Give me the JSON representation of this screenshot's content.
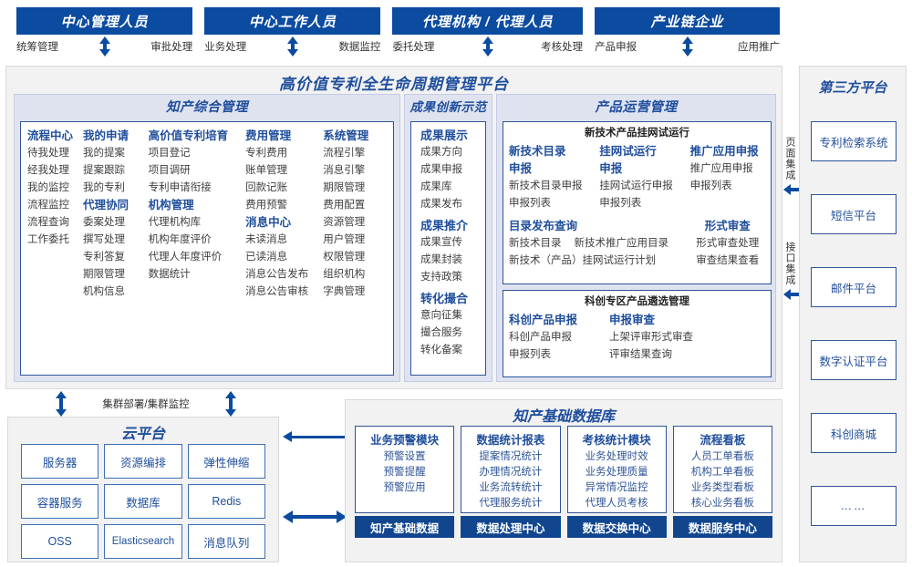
{
  "roles": [
    {
      "title": "中心管理人员",
      "left_action": "统筹管理",
      "right_action": "审批处理"
    },
    {
      "title": "中心工作人员",
      "left_action": "业务处理",
      "right_action": "数据监控"
    },
    {
      "title": "代理机构 / 代理人员",
      "left_action": "委托处理",
      "right_action": "考核处理"
    },
    {
      "title": "产业链企业",
      "left_action": "产品申报",
      "right_action": "应用推广"
    }
  ],
  "platform": {
    "title": "高价值专利全生命周期管理平台",
    "groups": {
      "ip_management": {
        "title": "知产综合管理",
        "columns": [
          {
            "sections": [
              {
                "head": "流程中心",
                "items": [
                  "待我处理",
                  "经我处理",
                  "我的监控",
                  "流程监控",
                  "流程查询",
                  "工作委托"
                ]
              }
            ]
          },
          {
            "sections": [
              {
                "head": "我的申请",
                "items": [
                  "我的提案",
                  "提案跟踪",
                  "我的专利"
                ]
              },
              {
                "head": "代理协同",
                "items": [
                  "委案处理",
                  "撰写处理",
                  "专利答复",
                  "期限管理",
                  "机构信息"
                ]
              }
            ]
          },
          {
            "sections": [
              {
                "head": "高价值专利培育",
                "items": [
                  "项目登记",
                  "项目调研",
                  "专利申请衔接"
                ]
              },
              {
                "head": "机构管理",
                "items": [
                  "代理机构库",
                  "机构年度评价",
                  "代理人年度评价",
                  "数据统计"
                ]
              }
            ]
          },
          {
            "sections": [
              {
                "head": "费用管理",
                "items": [
                  "专利费用",
                  "账单管理",
                  "回款记账",
                  "费用预警"
                ]
              },
              {
                "head": "消息中心",
                "items": [
                  "未读消息",
                  "已读消息",
                  "消息公告发布",
                  "消息公告审核"
                ]
              }
            ]
          },
          {
            "sections": [
              {
                "head": "系统管理",
                "items": [
                  "流程引擎",
                  "消息引擎",
                  "期限管理",
                  "费用配置",
                  "资源管理",
                  "用户管理",
                  "权限管理",
                  "组织机构",
                  "字典管理"
                ]
              }
            ]
          }
        ]
      },
      "innovation_demo": {
        "title": "成果创新示范",
        "sections": [
          {
            "head": "成果展示",
            "items": [
              "成果方向",
              "成果申报",
              "成果库",
              "成果发布"
            ]
          },
          {
            "head": "成果推介",
            "items": [
              "成果宣传",
              "成果封装",
              "支持政策"
            ]
          },
          {
            "head": "转化撮合",
            "items": [
              "意向征集",
              "撮合服务",
              "转化备案"
            ]
          }
        ]
      },
      "product_ops": {
        "title": "产品运营管理",
        "blocks": [
          {
            "title": "新技术产品挂网试运行",
            "row1": [
              {
                "head": "新技术目录申报",
                "items": [
                  "新技术目录申报",
                  "申报列表"
                ]
              },
              {
                "head": "挂网试运行申报",
                "items": [
                  "挂网试运行申报",
                  "申报列表"
                ]
              },
              {
                "head": "推广应用申报",
                "items": [
                  "推广应用申报",
                  "申报列表"
                ]
              }
            ],
            "row2_left": {
              "head": "目录发布查询",
              "items": [
                "新技术目录",
                "新技术推广应用目录",
                "新技术（产品）挂网试运行计划"
              ]
            },
            "row2_right": {
              "head": "形式审查",
              "items": [
                "形式审查处理",
                "审查结果查看"
              ]
            }
          },
          {
            "title": "科创专区产品遴选管理",
            "row1": [
              {
                "head": "科创产品申报",
                "items": [
                  "科创产品申报",
                  "申报列表"
                ]
              },
              {
                "head": "申报审查",
                "items": [
                  "上架评审形式审查",
                  "评审结果查询"
                ]
              }
            ]
          }
        ]
      }
    }
  },
  "integration": {
    "page_integration": "页面集成",
    "api_integration": "接口集成"
  },
  "third_party": {
    "title": "第三方平台",
    "items": [
      "专利检索系统",
      "短信平台",
      "邮件平台",
      "数字认证平台",
      "科创商城",
      "……"
    ]
  },
  "cloud": {
    "cluster_label": "集群部署/集群监控",
    "title": "云平台",
    "cells": [
      "服务器",
      "资源编排",
      "弹性伸缩",
      "容器服务",
      "数据库",
      "Redis",
      "OSS",
      "Elasticsearch",
      "消息队列"
    ]
  },
  "database": {
    "title": "知产基础数据库",
    "columns": [
      {
        "head": "业务预警模块",
        "items": [
          "预警设置",
          "预警提醒",
          "预警应用"
        ],
        "foot": "知产基础数据"
      },
      {
        "head": "数据统计报表",
        "items": [
          "提案情况统计",
          "办理情况统计",
          "业务流转统计",
          "代理服务统计"
        ],
        "foot": "数据处理中心"
      },
      {
        "head": "考核统计模块",
        "items": [
          "业务处理时效",
          "业务处理质量",
          "异常情况监控",
          "代理人员考核"
        ],
        "foot": "数据交换中心"
      },
      {
        "head": "流程看板",
        "items": [
          "人员工单看板",
          "机构工单看板",
          "业务类型看板",
          "核心业务看板"
        ],
        "foot": "数据服务中心"
      }
    ]
  },
  "colors": {
    "brand_dark": "#0b4ba0",
    "brand": "#1f4e9c",
    "group_bg": "#dfe3f0",
    "panel_bg": "#f2f2f2",
    "box_border": "#2f5597"
  }
}
